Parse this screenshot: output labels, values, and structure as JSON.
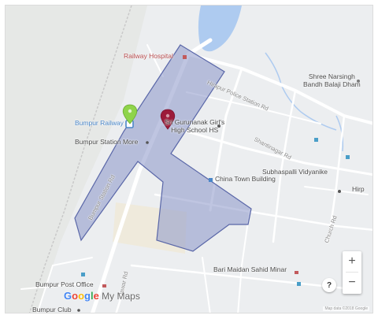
{
  "labels": {
    "railway_hospital": "Railway Hospital",
    "shree_narsingh_1": "Shree Narsingh",
    "shree_narsingh_2": "Bandh Balaji Dham",
    "bumpur_railway": "Bumpur Railway",
    "sri_gurunanak_1": "Sri Gurunanak Girl's",
    "sri_gurunanak_2": "High School HS",
    "bumpur_station_more": "Bumpur Station More",
    "china_town": "China Town Building",
    "subhaspalli": "Subhaspalli Vidyanike",
    "hirp": "Hirp",
    "bari_maidan": "Bari Maidan Sahid Minar",
    "bumpur_post_office": "Bumpur Post Office",
    "bumpur_club": "Bumpur Club"
  },
  "roads": {
    "hirapur_police_station_rd": "Hirapur Police Station Rd",
    "bumpur_station_rd": "Bumpur Station Rd",
    "shantinagar_rd": "Shantinagar Rd",
    "church_rd": "Church Rd",
    "jawar_rd": "Jawar Rd"
  },
  "brand": {
    "g1": "G",
    "g2": "o",
    "g3": "o",
    "g4": "g",
    "g5": "l",
    "g6": "e",
    "suffix": " My Maps"
  },
  "controls": {
    "zoom_in": "+",
    "zoom_out": "−",
    "help": "?"
  },
  "attribution": "Map data ©2018 Google",
  "colors": {
    "polygon_fill": "#8a96c8",
    "polygon_stroke": "#5a67a8",
    "water": "#aecbf0",
    "marker_green": "#8fd44a",
    "marker_red": "#9c1b3a",
    "label_red": "#b5484a",
    "label_blue": "#4a86c8"
  },
  "markers": [
    {
      "name": "green-pin",
      "color": "green"
    },
    {
      "name": "red-pin",
      "color": "red"
    }
  ]
}
